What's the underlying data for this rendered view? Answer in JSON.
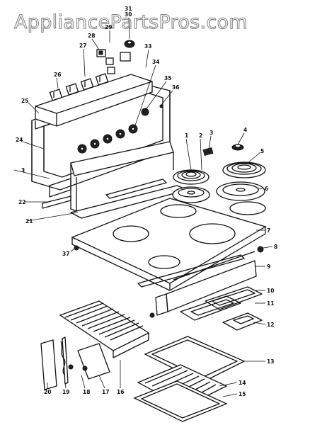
{
  "watermark": "AppliancePartsPros.com",
  "callouts": {
    "c1": "1",
    "c2": "2",
    "c3a": "3",
    "c3b": "3",
    "c4": "4",
    "c5": "5",
    "c6": "6",
    "c7": "7",
    "c8": "8",
    "c9": "9",
    "c10": "10",
    "c11": "11",
    "c12": "12",
    "c13": "13",
    "c14": "14",
    "c15": "15",
    "c16": "16",
    "c17": "17",
    "c18": "18",
    "c19": "19",
    "c20": "20",
    "c21": "21",
    "c22": "22",
    "c24": "24",
    "c25": "25",
    "c26": "26",
    "c27": "27",
    "c28": "28",
    "c29": "29",
    "c30": "30",
    "c31": "31",
    "c33": "33",
    "c34": "34",
    "c35": "35",
    "c36": "36",
    "c37": "37"
  }
}
